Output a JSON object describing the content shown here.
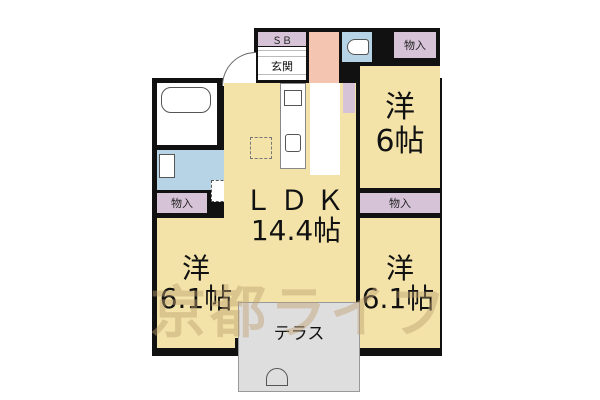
{
  "floorplan": {
    "rooms": {
      "sb": "ＳＢ",
      "genkan": "玄関",
      "ldk_name": "ＬＤＫ",
      "ldk_size": "14.4帖",
      "bed_ne_type": "洋",
      "bed_ne_size": "6帖",
      "bed_sw_type": "洋",
      "bed_sw_size": "6.1帖",
      "bed_se_type": "洋",
      "bed_se_size": "6.1帖",
      "terrace": "テラス"
    },
    "closets": {
      "ne_top": "物入",
      "sw": "物入",
      "se": "物入"
    },
    "watermark": "京都ライフ"
  },
  "colors": {
    "floor": "#f3e3a9",
    "closet": "#d7c3d8",
    "wet_area": "#b7d3e6",
    "corridor": "#f4c5b0",
    "terrace": "#dedede",
    "wall": "#111111"
  }
}
